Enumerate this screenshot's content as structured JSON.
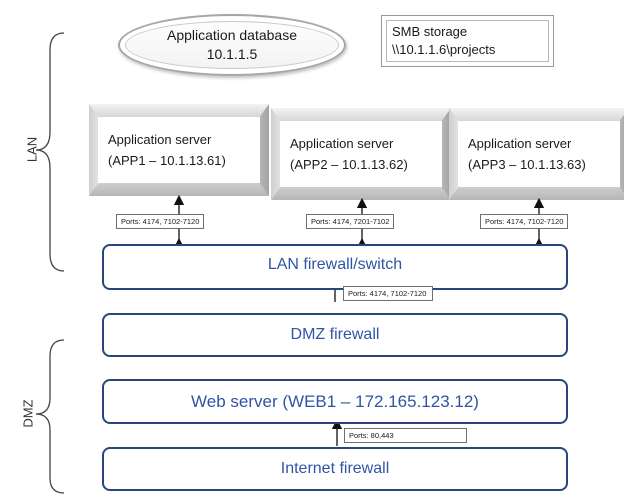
{
  "zones": {
    "lan": "LAN",
    "dmz": "DMZ"
  },
  "database": {
    "name": "Application database",
    "address": "10.1.1.5"
  },
  "storage": {
    "name": "SMB storage",
    "path": "\\\\10.1.1.6\\projects"
  },
  "servers": [
    {
      "title": "Application server",
      "detail": "(APP1 – 10.1.13.61)",
      "ports": "Ports: 4174, 7102-7120"
    },
    {
      "title": "Application server",
      "detail": "(APP2 – 10.1.13.62)",
      "ports": "Ports: 4174, 7201-7102"
    },
    {
      "title": "Application server",
      "detail": "(APP3 – 10.1.13.63)",
      "ports": "Ports: 4174, 7102-7120"
    }
  ],
  "layers": {
    "lan_firewall": {
      "label": "LAN firewall/switch",
      "ports": "Ports: 4174, 7102-7120"
    },
    "dmz_firewall": {
      "label": "DMZ firewall"
    },
    "web_server": {
      "label": "Web server (WEB1 – 172.165.123.12)",
      "ports": "Ports: 80,443"
    },
    "internet_firewall": {
      "label": "Internet firewall"
    }
  },
  "colors": {
    "layer_border": "#27467a",
    "layer_text": "#2f55a4"
  }
}
